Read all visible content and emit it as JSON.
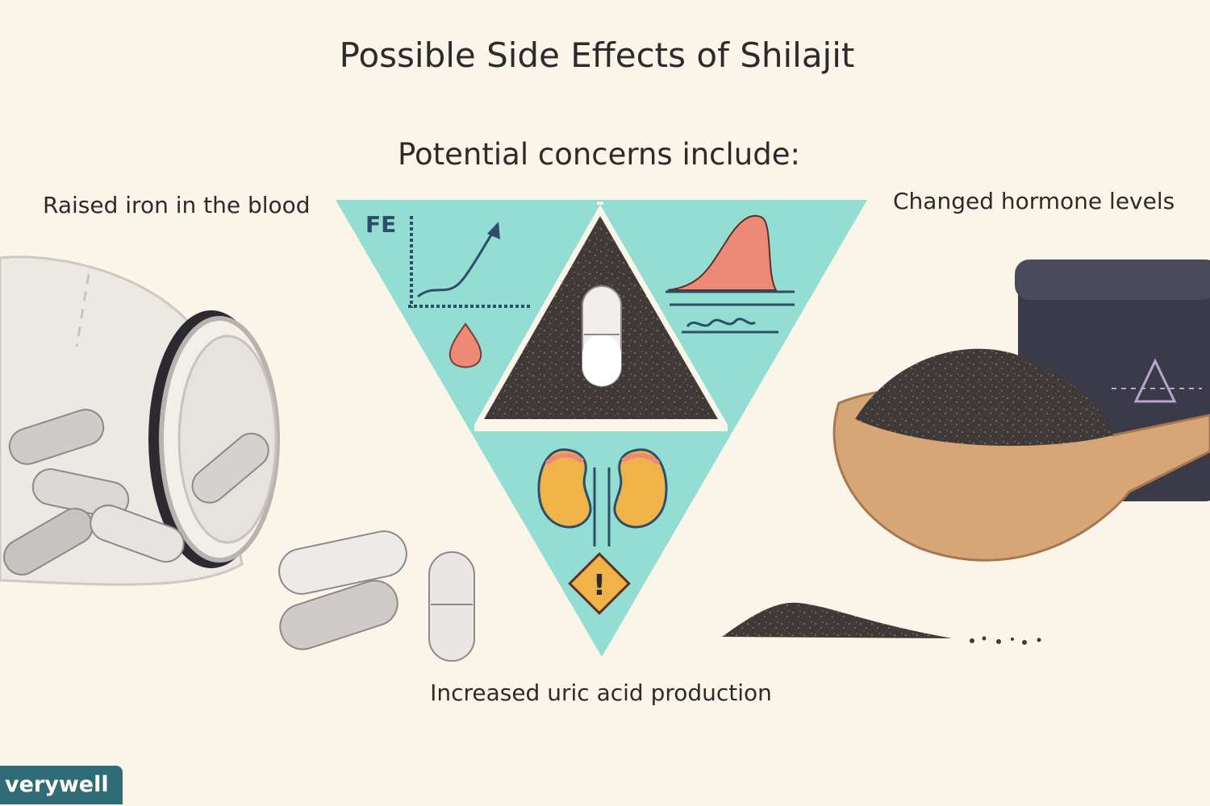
{
  "title": "Possible Side Effects of Shilajit",
  "subtitle": "Potential concerns include:",
  "labels": {
    "iron": "Raised iron in the blood",
    "hormone": "Changed hormone levels",
    "uric": "Increased uric acid production"
  },
  "iron_chart_label": "FE",
  "warning_symbol": "!",
  "brand": "verywell",
  "colors": {
    "background": "#fbf5e9",
    "teal": "#93ddd3",
    "dark_powder": "#3f3937",
    "salmon": "#ec8a76",
    "navy": "#2d4e69",
    "brand": "#2f6c76"
  },
  "icons": [
    "pill-bottle-icon",
    "capsule-icon",
    "powder-jar-icon",
    "wooden-spoon-icon",
    "blood-drop-icon",
    "kidneys-icon",
    "warning-icon"
  ]
}
